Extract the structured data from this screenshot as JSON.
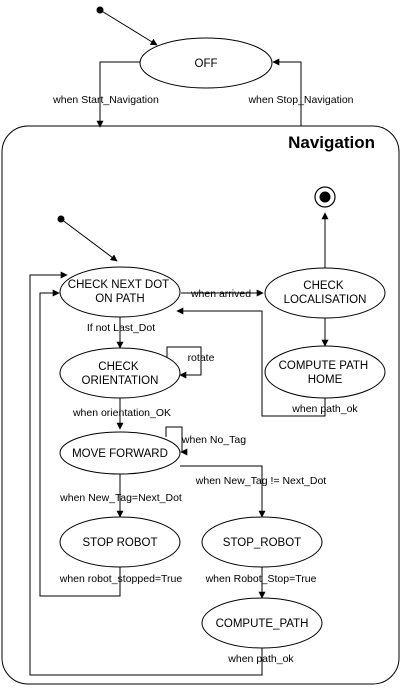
{
  "diagram": {
    "composite_state": "Navigation",
    "states": {
      "off": "OFF",
      "check_next_dot": [
        "CHECK NEXT DOT",
        "ON PATH"
      ],
      "check_localisation": [
        "CHECK",
        "LOCALISATION"
      ],
      "check_orientation": [
        "CHECK",
        "ORIENTATION"
      ],
      "compute_path_home": [
        "COMPUTE PATH",
        "HOME"
      ],
      "move_forward": "MOVE FORWARD",
      "stop_robot_a": "STOP ROBOT",
      "stop_robot_b": "STOP_ROBOT",
      "compute_path": "COMPUTE_PATH"
    },
    "transitions": {
      "start_navigation": "when Start_Navigation",
      "stop_navigation": "when Stop_Navigation",
      "arrived": "when arrived",
      "if_not_last_dot": "If not Last_Dot",
      "rotate": "rotate",
      "path_ok_home": "when path_ok",
      "orientation_ok": "when orientation_OK",
      "no_tag": "when No_Tag",
      "new_tag_neq": "when New_Tag != Next_Dot",
      "new_tag_eq": "when New_Tag=Next_Dot",
      "robot_stopped": "when robot_stopped=True",
      "robot_stop": "when Robot_Stop=True",
      "path_ok": "when path_ok"
    }
  }
}
